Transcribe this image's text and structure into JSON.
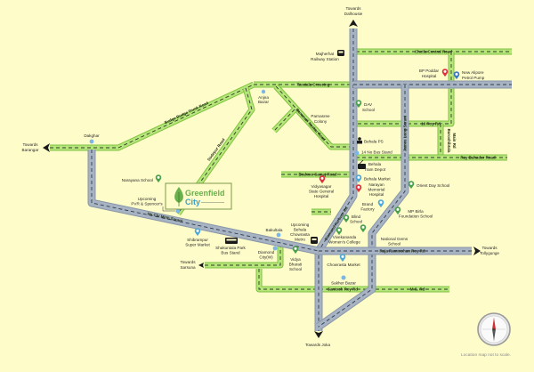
{
  "colors": {
    "background": "#fefcc9",
    "main_road": "#a7b3c2",
    "minor_road": "#b6e67a",
    "school_pin": "#4aa04a",
    "hospital_pin": "#e0303a",
    "landmark_pin": "#4fa8d8",
    "brand_green": "#6ab04c",
    "brand_blue": "#3aa0c8"
  },
  "brand": {
    "name_line1": "Greenfield",
    "name_line2": "City",
    "icon": "leaf-icon"
  },
  "directions": {
    "dalhousie": [
      "Towards",
      "Dalhousie"
    ],
    "barangar": [
      "Towards",
      "Barangar"
    ],
    "tollygunge": [
      "Towards",
      "Tollygunge"
    ],
    "sarsuna": [
      "Towards",
      "Sarsuna"
    ],
    "joka": "Towards Joka"
  },
  "roads": {
    "taratala": "Taratala Crossing",
    "budge_budge": "Budge Budge Trunk Road",
    "sodepur": "Sodepur Road",
    "banamali": "Banamali Naskar Road",
    "chetla": "Chetla Central Road",
    "roy_rd_16": "16 Roy Rd",
    "buroshibtala": [
      "Buroshibtala",
      "Main Rd"
    ],
    "ray_bahadur": "Ray Bahadur Road",
    "brahmo_samaj": "Brahmo Samaj Road",
    "james_long": "James Long Sarani",
    "diamond_harbour": "Diamond Harbour Rd",
    "ho_chi_minh": "Ho Chi Minh Sarani",
    "raja_rammohan": "Raja Rammohan Roy Rd",
    "santosh_roy": "Santosh Roy Rd",
    "mg_rd": "M.G. Rd"
  },
  "places": {
    "majherhat": {
      "lines": [
        "Majherhat",
        "Railway Station"
      ],
      "icon": "train-icon"
    },
    "bp_poddar": {
      "lines": [
        "BP Poddar",
        "Hospital"
      ],
      "icon": "hospital-pin-icon"
    },
    "petrol_pump": {
      "lines": [
        "New Alipore",
        "Petrol Pump"
      ],
      "icon": "petrol-pin-icon"
    },
    "anjana": {
      "lines": [
        "Anjna",
        "Bazar"
      ],
      "icon": "dot-icon"
    },
    "dav": {
      "lines": [
        "DAV",
        "School"
      ],
      "icon": "school-pin-icon"
    },
    "parnasree": {
      "lines": [
        "Parnasree",
        "Colony"
      ]
    },
    "behala_ps": {
      "lines": [
        "Behala PS"
      ],
      "icon": "police-icon"
    },
    "bus_stand_14": {
      "lines": [
        "14 No Bus Stand"
      ],
      "icon": "dot-icon"
    },
    "tram_depot": {
      "lines": [
        "Behala",
        "Tram Depot"
      ],
      "icon": "tram-icon"
    },
    "vidyasagar": {
      "lines": [
        "Vidyasagar",
        "State General",
        "Hospital"
      ],
      "icon": "hospital-pin-icon"
    },
    "behala_market": {
      "lines": [
        "Behala Market"
      ],
      "icon": "market-pin-icon"
    },
    "narayan": {
      "lines": [
        "Narayan",
        "Memorial",
        "Hospital"
      ],
      "icon": "hospital-pin-icon"
    },
    "orient": {
      "lines": [
        "Orient Day School"
      ],
      "icon": "school-pin-icon"
    },
    "brand_factory": {
      "lines": [
        "Brand",
        "Factory"
      ],
      "icon": "market-pin-icon"
    },
    "mp_birla": {
      "lines": [
        "MP Birla",
        "Foundation School"
      ],
      "icon": "school-pin-icon"
    },
    "blind": {
      "lines": [
        "Blind",
        "School"
      ],
      "icon": "school-pin-icon"
    },
    "vivekananda": {
      "lines": [
        "Vivekananda",
        "Women's College"
      ],
      "icon": "school-pin-icon"
    },
    "national_gems": {
      "lines": [
        "National Gems",
        "School"
      ],
      "icon": "school-pin-icon"
    },
    "metro": {
      "lines": [
        "Upcoming",
        "Behala",
        "Chowrasta",
        "Metro"
      ],
      "icon": "metro-icon"
    },
    "chowrasta_market": {
      "lines": [
        "Chowrasta Market"
      ],
      "icon": "market-pin-icon"
    },
    "sakher": {
      "lines": [
        "Sakher Bazar"
      ],
      "icon": "dot-icon"
    },
    "dakghar": {
      "lines": [
        "Dakghar"
      ],
      "icon": "dot-icon"
    },
    "narayana": {
      "lines": [
        "Narayana School"
      ],
      "icon": "school-pin-icon"
    },
    "pvr": {
      "lines": [
        "Upcoming",
        "PVR & Spencer's"
      ],
      "icon": "dot-icon"
    },
    "shibrampur": {
      "lines": [
        "Shibrampur",
        "Super Market"
      ],
      "icon": "market-pin-icon"
    },
    "shakuntala": {
      "lines": [
        "Shakuntala Park",
        "Bus Stand"
      ],
      "icon": "bus-icon"
    },
    "bakultala": {
      "lines": [
        "Bakultala"
      ],
      "icon": "dot-icon"
    },
    "diamond_city": {
      "lines": [
        "Diamond",
        "City(W)"
      ],
      "icon": "dot-icon"
    },
    "vidya_bharati": {
      "lines": [
        "Vidya",
        "Bharati",
        "School"
      ],
      "icon": "school-pin-icon"
    }
  },
  "compass": {
    "icon": "compass-icon"
  },
  "footnote": "Location map not to scale."
}
